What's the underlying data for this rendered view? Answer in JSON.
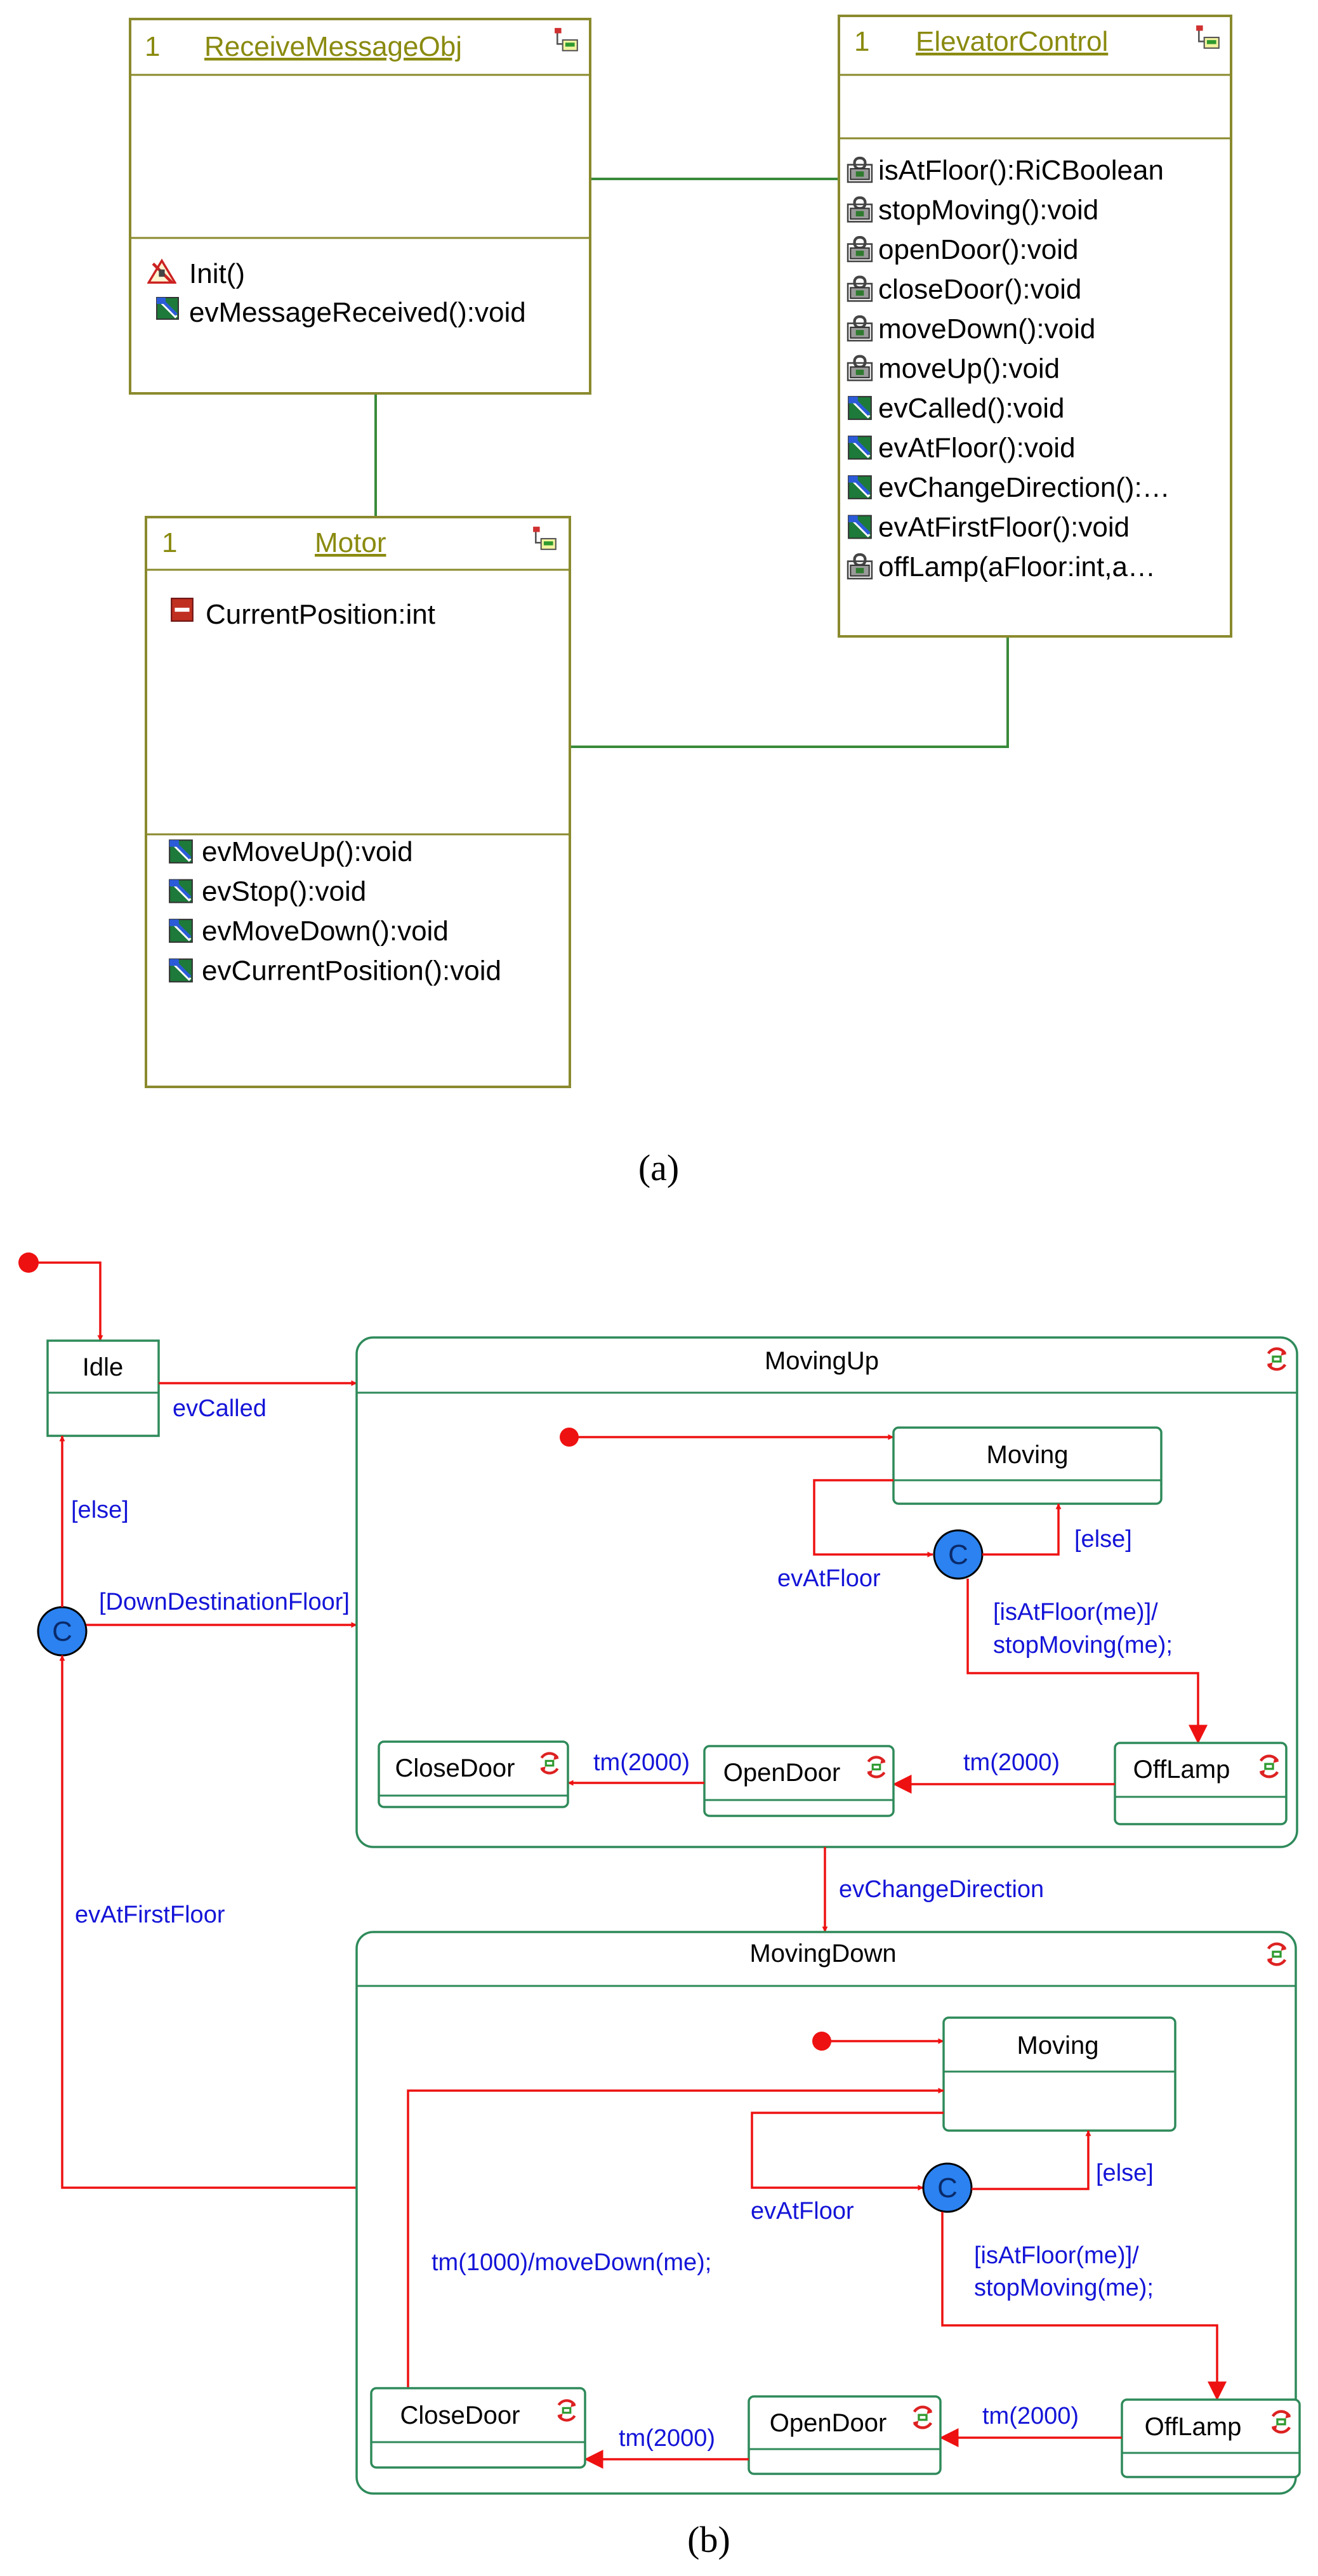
{
  "colors": {
    "class_border": "#8a8a2e",
    "assoc_line": "#3a8a3a",
    "state_border": "#2e8a5a",
    "transition": "#ee1111",
    "label": "#1414d8",
    "connector_fill": "#2b82f0"
  },
  "panel_a": {
    "caption": "(a)",
    "classes": {
      "receive": {
        "multiplicity": "1",
        "name": "ReceiveMessageObj",
        "attributes": [],
        "operations": [
          {
            "icon": "constructor-icon",
            "text": "Init()"
          },
          {
            "icon": "event-operation-icon",
            "text": "evMessageReceived():void"
          }
        ]
      },
      "elevator": {
        "multiplicity": "1",
        "name": "ElevatorControl",
        "attributes": [],
        "operations": [
          {
            "icon": "locked-operation-icon",
            "text": "isAtFloor():RiCBoolean"
          },
          {
            "icon": "locked-operation-icon",
            "text": "stopMoving():void"
          },
          {
            "icon": "locked-operation-icon",
            "text": "openDoor():void"
          },
          {
            "icon": "locked-operation-icon",
            "text": "closeDoor():void"
          },
          {
            "icon": "locked-operation-icon",
            "text": "moveDown():void"
          },
          {
            "icon": "locked-operation-icon",
            "text": "moveUp():void"
          },
          {
            "icon": "event-operation-icon",
            "text": "evCalled():void"
          },
          {
            "icon": "event-operation-icon",
            "text": "evAtFloor():void"
          },
          {
            "icon": "event-operation-icon",
            "text": "evChangeDirection():…"
          },
          {
            "icon": "event-operation-icon",
            "text": "evAtFirstFloor():void"
          },
          {
            "icon": "locked-operation-icon",
            "text": "offLamp(aFloor:int,a…"
          }
        ]
      },
      "motor": {
        "multiplicity": "1",
        "name": "Motor",
        "attributes": [
          {
            "icon": "attribute-icon",
            "text": "CurrentPosition:int"
          }
        ],
        "operations": [
          {
            "icon": "event-operation-icon",
            "text": "evMoveUp():void"
          },
          {
            "icon": "event-operation-icon",
            "text": "evStop():void"
          },
          {
            "icon": "event-operation-icon",
            "text": "evMoveDown():void"
          },
          {
            "icon": "event-operation-icon",
            "text": "evCurrentPosition():void"
          }
        ]
      }
    }
  },
  "panel_b": {
    "caption": "(b)",
    "states": {
      "idle": "Idle",
      "moving_up": "MovingUp",
      "moving_down": "MovingDown",
      "up_moving": "Moving",
      "up_close_door": "CloseDoor",
      "up_open_door": "OpenDoor",
      "up_off_lamp": "OffLamp",
      "down_moving": "Moving",
      "down_close_door": "CloseDoor",
      "down_open_door": "OpenDoor",
      "down_off_lamp": "OffLamp"
    },
    "connectors": {
      "symbol": "C"
    },
    "transitions": {
      "ev_called": "evCalled",
      "else_top": "[else]",
      "down_destination_floor": "[DownDestinationFloor]",
      "ev_at_first_floor": "evAtFirstFloor",
      "ev_change_direction": "evChangeDirection",
      "up_ev_at_floor": "evAtFloor",
      "up_else": "[else]",
      "up_guard_line1": "[isAtFloor(me)]/",
      "up_guard_line2": "stopMoving(me);",
      "up_tm_offlamp": "tm(2000)",
      "up_tm_opendoor": "tm(2000)",
      "down_ev_at_floor": "evAtFloor",
      "down_else": "[else]",
      "down_guard_line1": "[isAtFloor(me)]/",
      "down_guard_line2": "stopMoving(me);",
      "down_tm_offlamp": "tm(2000)",
      "down_tm_opendoor": "tm(2000)",
      "down_tm_closedoor": "tm(1000)/moveDown(me);"
    }
  }
}
